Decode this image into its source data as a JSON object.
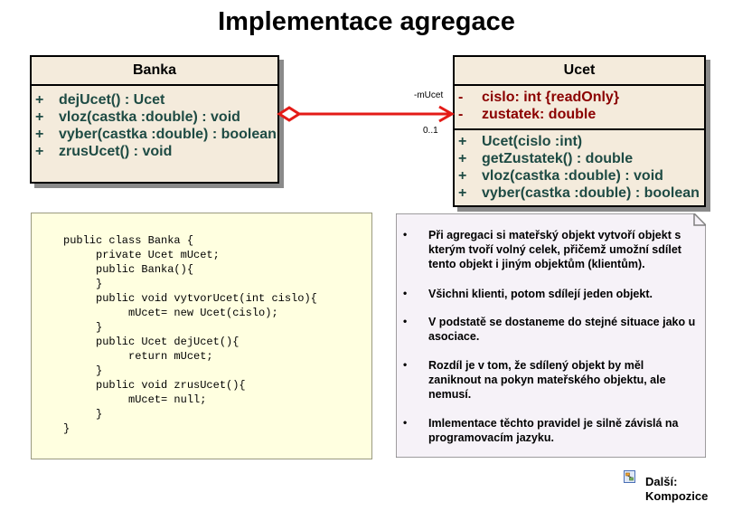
{
  "title": "Implementace agregace",
  "colors": {
    "class_fill": "#f4ebdc",
    "operation_text": "#1e4b44",
    "attribute_text": "#8b0000",
    "association_line": "#e41b17",
    "code_bg": "#ffffe0",
    "note_bg": "#f6f2f8"
  },
  "classes": {
    "banka": {
      "name": "Banka",
      "operations": [
        {
          "visibility": "+",
          "text": "dejUcet() : Ucet"
        },
        {
          "visibility": "+",
          "text": "vloz(castka :double) : void"
        },
        {
          "visibility": "+",
          "text": "vyber(castka :double) : boolean"
        },
        {
          "visibility": "+",
          "text": "zrusUcet() : void"
        }
      ]
    },
    "ucet": {
      "name": "Ucet",
      "attributes": [
        {
          "visibility": "-",
          "text": "cislo:  int {readOnly}"
        },
        {
          "visibility": "-",
          "text": "zustatek:  double"
        }
      ],
      "operations": [
        {
          "visibility": "+",
          "text": "Ucet(cislo :int)"
        },
        {
          "visibility": "+",
          "text": "getZustatek() : double"
        },
        {
          "visibility": "+",
          "text": "vloz(castka :double) : void"
        },
        {
          "visibility": "+",
          "text": "vyber(castka :double) : boolean"
        }
      ]
    }
  },
  "association": {
    "type": "aggregation",
    "role": "-mUcet",
    "multiplicity": "0..1"
  },
  "code_lines": [
    "public class Banka {",
    "     private Ucet mUcet;",
    "     public Banka(){",
    "     }",
    "     public void vytvorUcet(int cislo){",
    "          mUcet= new Ucet(cislo);",
    "     }",
    "     public Ucet dejUcet(){",
    "          return mUcet;",
    "     }",
    "     public void zrusUcet(){",
    "          mUcet= null;",
    "     }",
    "}"
  ],
  "note_bullets": [
    {
      "bullet": "•",
      "text": "Při agregaci si mateřský objekt vytvoří objekt s kterým tvoří volný celek, přičemž umožní sdílet tento objekt i jiným objektům (klientům)."
    },
    {
      "bullet": "•",
      "text": "Všichni klienti, potom sdílejí jeden objekt."
    },
    {
      "bullet": "•",
      "text": "V podstatě se dostaneme do stejné situace jako u asociace."
    },
    {
      "bullet": "•",
      "text": "Rozdíl je v tom, že sdílený objekt by měl zaniknout na pokyn mateřského objektu, ale nemusí."
    },
    {
      "bullet": "•",
      "text": "Imlementace těchto pravidel je silně závislá na programovacím jazyku."
    }
  ],
  "next": {
    "icon": "diagram-link-icon",
    "line1": "Další:",
    "line2": "Kompozice"
  }
}
